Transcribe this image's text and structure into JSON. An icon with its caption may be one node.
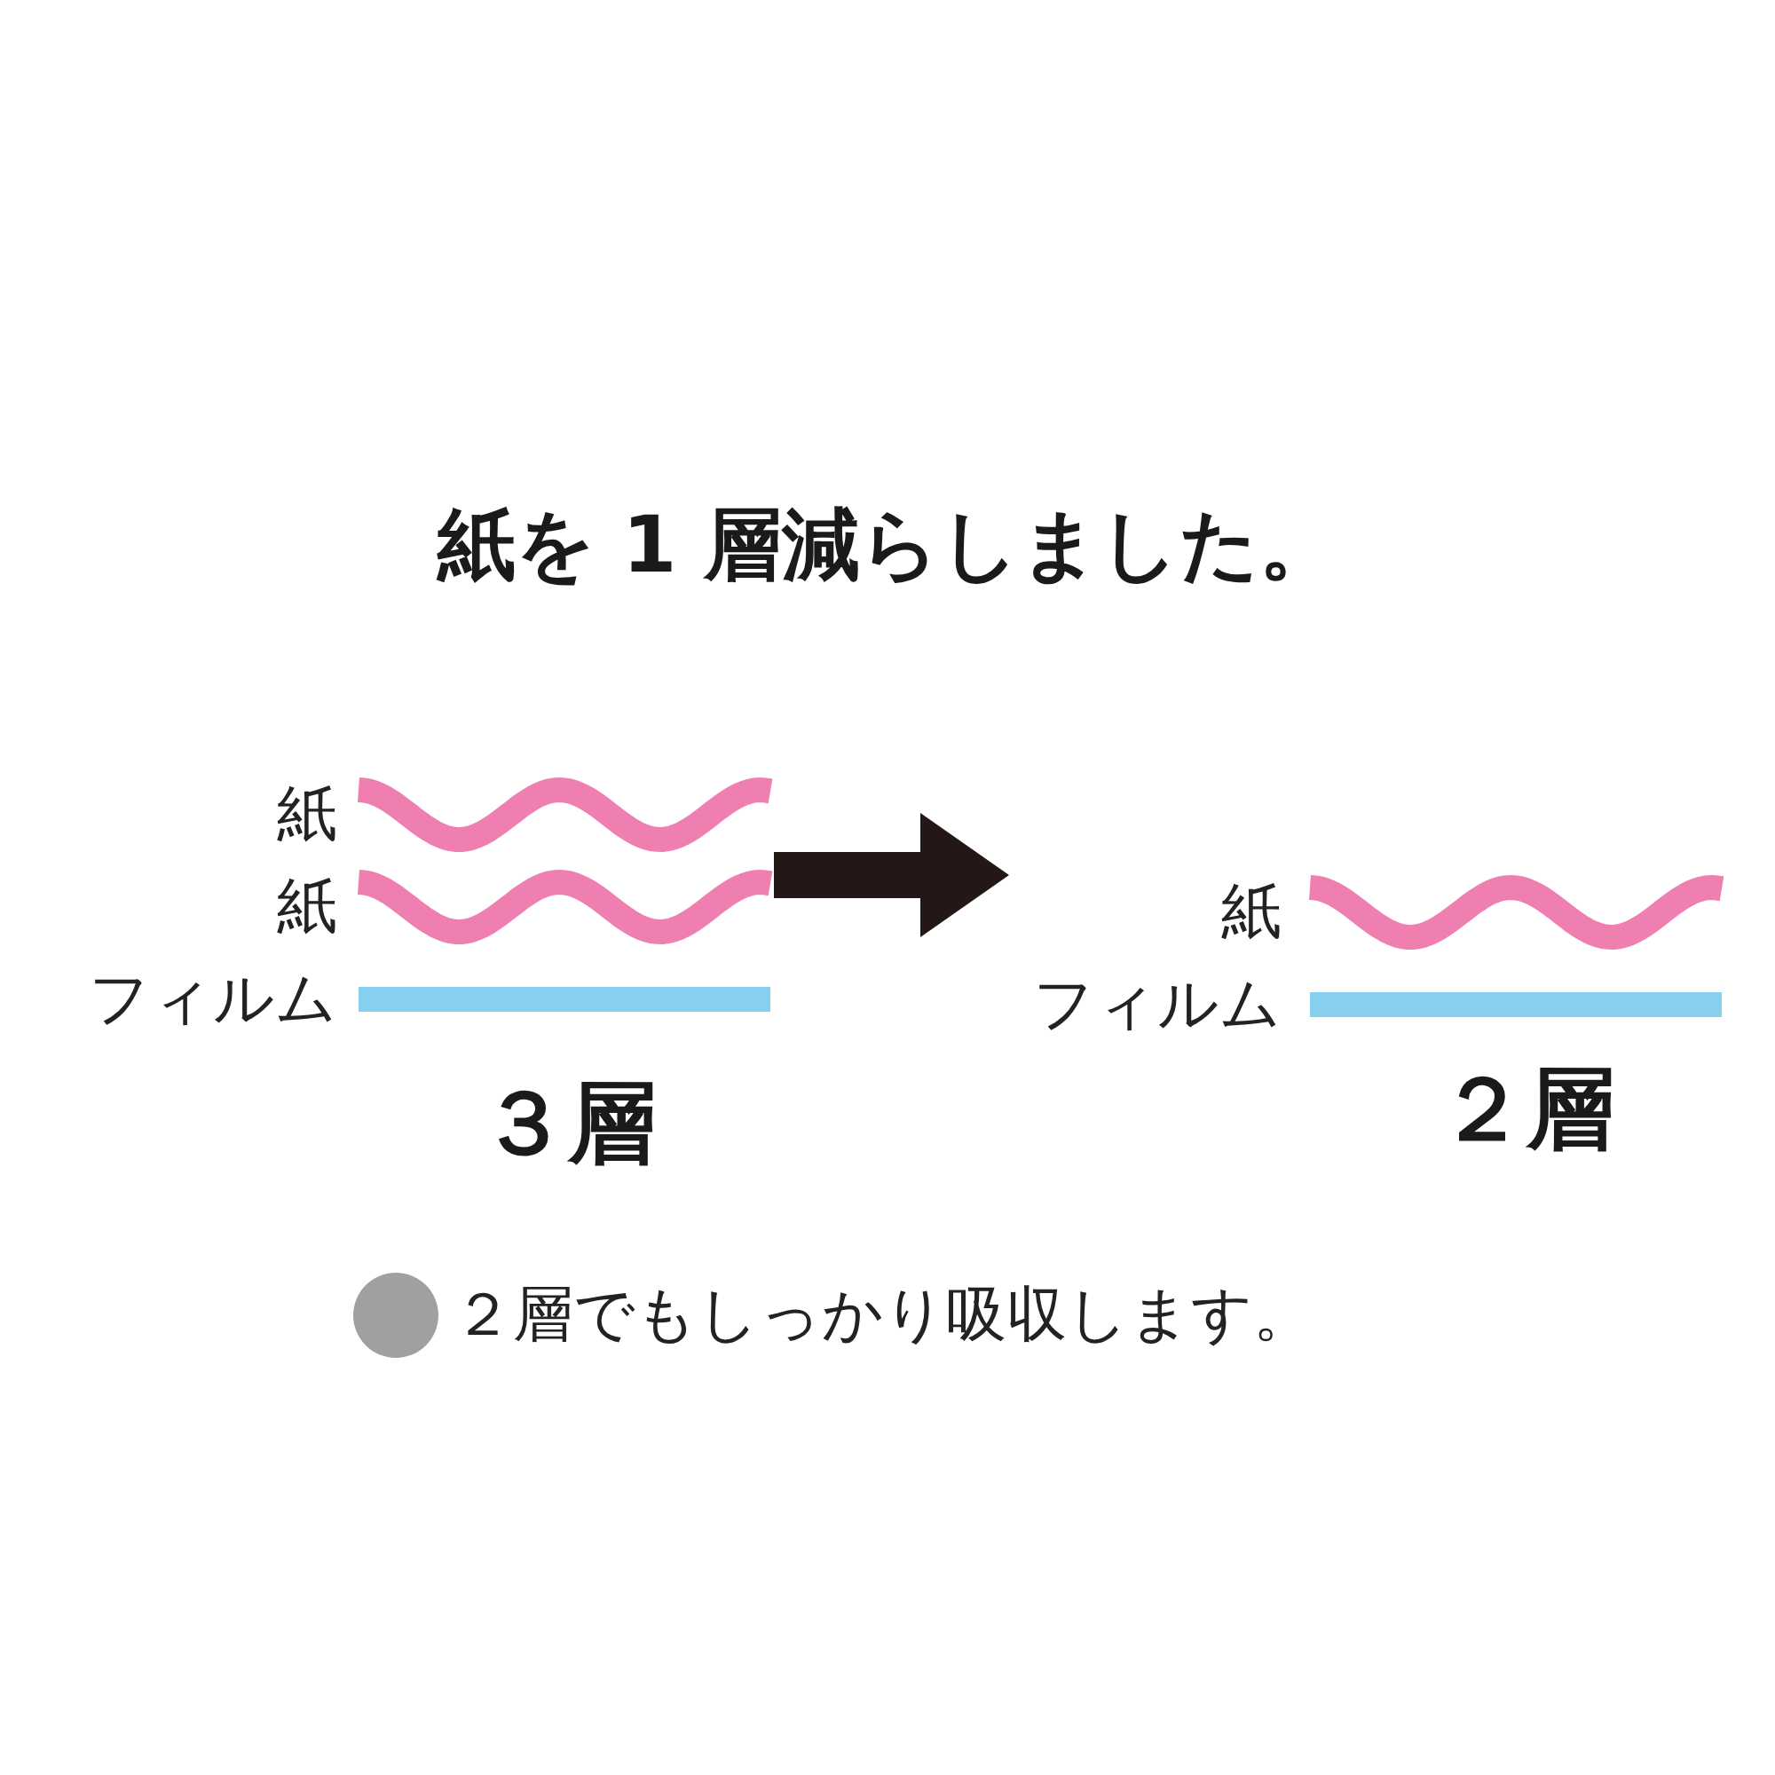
{
  "diagram": {
    "title": "紙を 1 層減らしました。",
    "nodes": [
      {
        "text": [
          "紙",
          "紙",
          "フィルム",
          "３層"
        ]
      },
      {
        "text": [
          "紙",
          "フィルム",
          "２層"
        ]
      }
    ],
    "edges": [
      {
        "from": 0,
        "to": 1,
        "arrow": "to"
      }
    ],
    "labels": [
      "２層でもしっかり吸収します。"
    ]
  }
}
